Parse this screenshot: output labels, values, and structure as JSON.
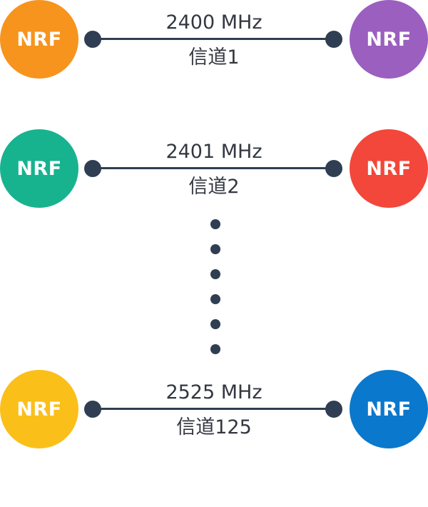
{
  "links": [
    {
      "frequency": "2400 MHz",
      "channel": "信道1",
      "left_node": {
        "label": "NRF",
        "color": "#f7941d"
      },
      "right_node": {
        "label": "NRF",
        "color": "#9b5fc0"
      }
    },
    {
      "frequency": "2401 MHz",
      "channel": "信道2",
      "left_node": {
        "label": "NRF",
        "color": "#17b38f"
      },
      "right_node": {
        "label": "NRF",
        "color": "#f2473a"
      }
    },
    {
      "frequency": "2525 MHz",
      "channel": "信道125",
      "left_node": {
        "label": "NRF",
        "color": "#fbbf1a"
      },
      "right_node": {
        "label": "NRF",
        "color": "#0a78cc"
      }
    }
  ],
  "colors": {
    "line": "#2f3e52",
    "text": "#333740"
  }
}
